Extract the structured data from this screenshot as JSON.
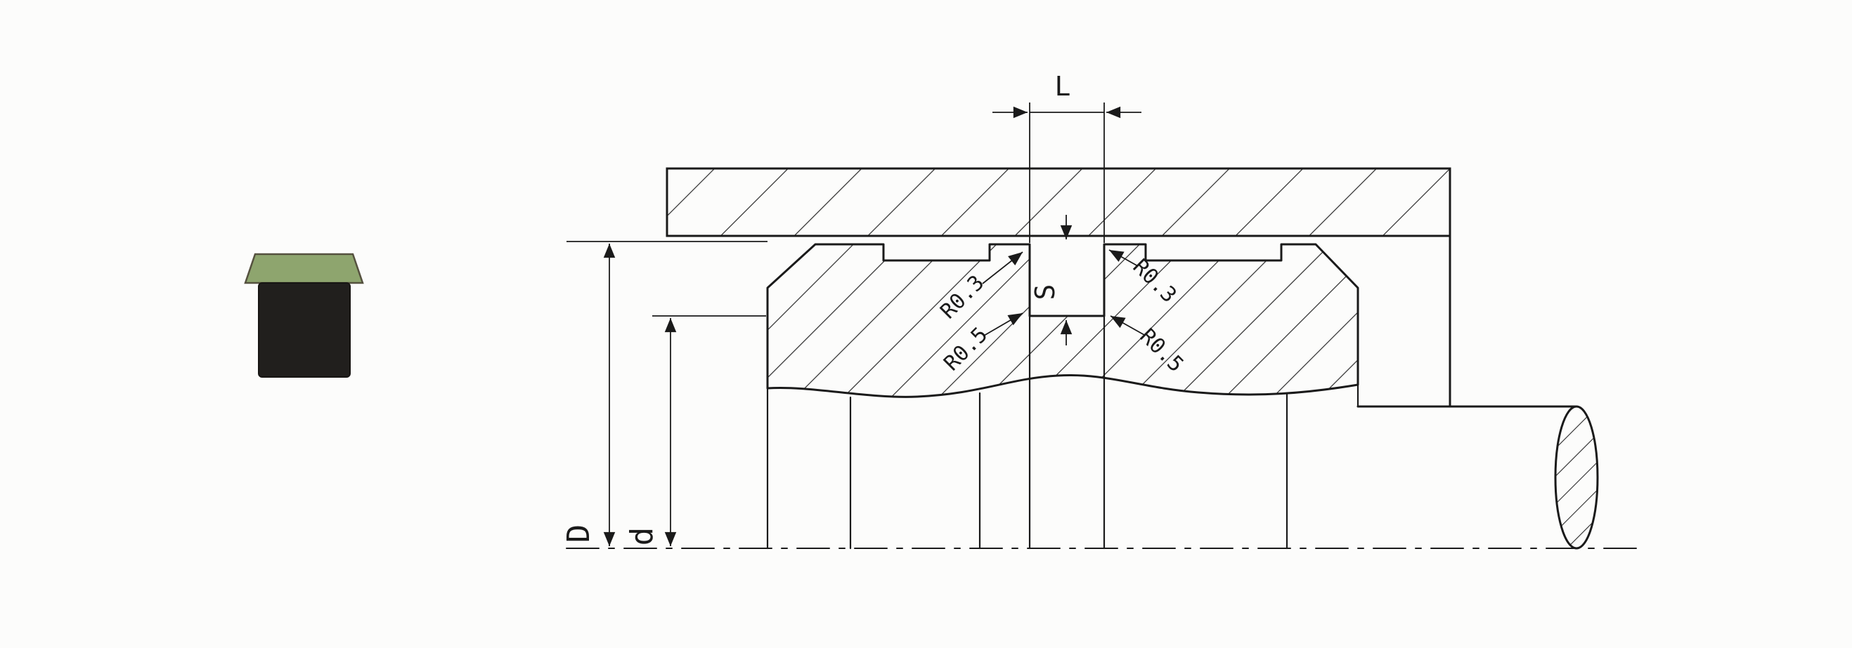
{
  "page": {
    "background": "#fcfcfb",
    "description": "Technical installation drawing of a piston/rod seal groove cross-section with product thumbnail"
  },
  "thumbnail": {
    "cap_color": "#8ea56e",
    "body_color": "#211f1d",
    "outline_color": "#55513f"
  },
  "diagram": {
    "line_color": "#1a1a1a",
    "hatch_color": "#2a2a2a",
    "labels": {
      "L": "L",
      "S": "S",
      "D": "D",
      "d": "d",
      "r_top_left": "R0.3",
      "r_bottom_left": "R0.5",
      "r_top_right": "R0.3",
      "r_bottom_right": "R0.5"
    }
  }
}
